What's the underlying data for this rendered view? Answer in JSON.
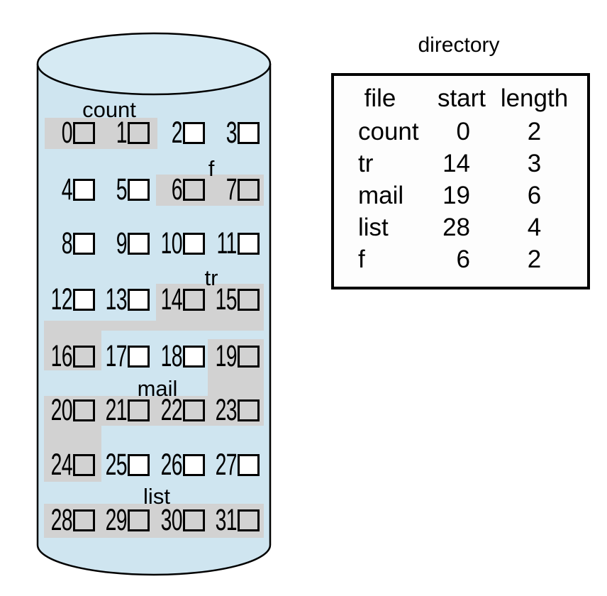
{
  "colors": {
    "disk_fill": "#cfe5f0",
    "disk_top_fill": "#d6eaf3",
    "highlight": "#d2d2d2",
    "free_block": "#ffffff",
    "outline": "#000000",
    "table_bg": "#fdfdfd"
  },
  "disk": {
    "labels": [
      {
        "text": "count"
      },
      {
        "text": "f"
      },
      {
        "text": "tr"
      },
      {
        "text": "mail"
      },
      {
        "text": "list"
      }
    ],
    "rows": [
      {
        "blocks": [
          {
            "num": "0",
            "allocated": true
          },
          {
            "num": "1",
            "allocated": true
          },
          {
            "num": "2",
            "allocated": false
          },
          {
            "num": "3",
            "allocated": false
          }
        ]
      },
      {
        "blocks": [
          {
            "num": "4",
            "allocated": false
          },
          {
            "num": "5",
            "allocated": false
          },
          {
            "num": "6",
            "allocated": true
          },
          {
            "num": "7",
            "allocated": true
          }
        ]
      },
      {
        "blocks": [
          {
            "num": "8",
            "allocated": false
          },
          {
            "num": "9",
            "allocated": false
          },
          {
            "num": "10",
            "allocated": false
          },
          {
            "num": "11",
            "allocated": false
          }
        ]
      },
      {
        "blocks": [
          {
            "num": "12",
            "allocated": false
          },
          {
            "num": "13",
            "allocated": false
          },
          {
            "num": "14",
            "allocated": true
          },
          {
            "num": "15",
            "allocated": true
          }
        ]
      },
      {
        "blocks": [
          {
            "num": "16",
            "allocated": true
          },
          {
            "num": "17",
            "allocated": false
          },
          {
            "num": "18",
            "allocated": false
          },
          {
            "num": "19",
            "allocated": true
          }
        ]
      },
      {
        "blocks": [
          {
            "num": "20",
            "allocated": true
          },
          {
            "num": "21",
            "allocated": true
          },
          {
            "num": "22",
            "allocated": true
          },
          {
            "num": "23",
            "allocated": true
          }
        ]
      },
      {
        "blocks": [
          {
            "num": "24",
            "allocated": true
          },
          {
            "num": "25",
            "allocated": false
          },
          {
            "num": "26",
            "allocated": false
          },
          {
            "num": "27",
            "allocated": false
          }
        ]
      },
      {
        "blocks": [
          {
            "num": "28",
            "allocated": true
          },
          {
            "num": "29",
            "allocated": true
          },
          {
            "num": "30",
            "allocated": true
          },
          {
            "num": "31",
            "allocated": true
          }
        ]
      }
    ]
  },
  "directory": {
    "title": "directory",
    "headers": [
      "file",
      "start",
      "length"
    ],
    "rows": [
      {
        "file": "count",
        "start": "0",
        "length": "2"
      },
      {
        "file": "tr",
        "start": "14",
        "length": "3"
      },
      {
        "file": "mail",
        "start": "19",
        "length": "6"
      },
      {
        "file": "list",
        "start": "28",
        "length": "4"
      },
      {
        "file": "f",
        "start": "6",
        "length": "2"
      }
    ]
  }
}
